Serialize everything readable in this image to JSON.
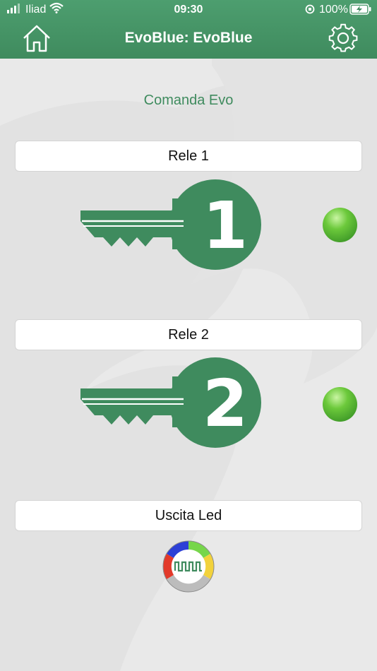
{
  "status": {
    "carrier": "Iliad",
    "time": "09:30",
    "battery": "100%"
  },
  "header": {
    "title": "EvoBlue: EvoBlue",
    "home_icon": "home-icon",
    "settings_icon": "gear-icon"
  },
  "main": {
    "subtitle": "Comanda Evo",
    "relays": [
      {
        "label": "Rele 1",
        "key_number": "1",
        "led": "on"
      },
      {
        "label": "Rele 2",
        "key_number": "2",
        "led": "on"
      }
    ],
    "led_output": {
      "label": "Uscita Led",
      "icon": "pwm-ring-icon"
    }
  },
  "colors": {
    "accent": "#3f8b5e",
    "led": "#5ab833"
  }
}
